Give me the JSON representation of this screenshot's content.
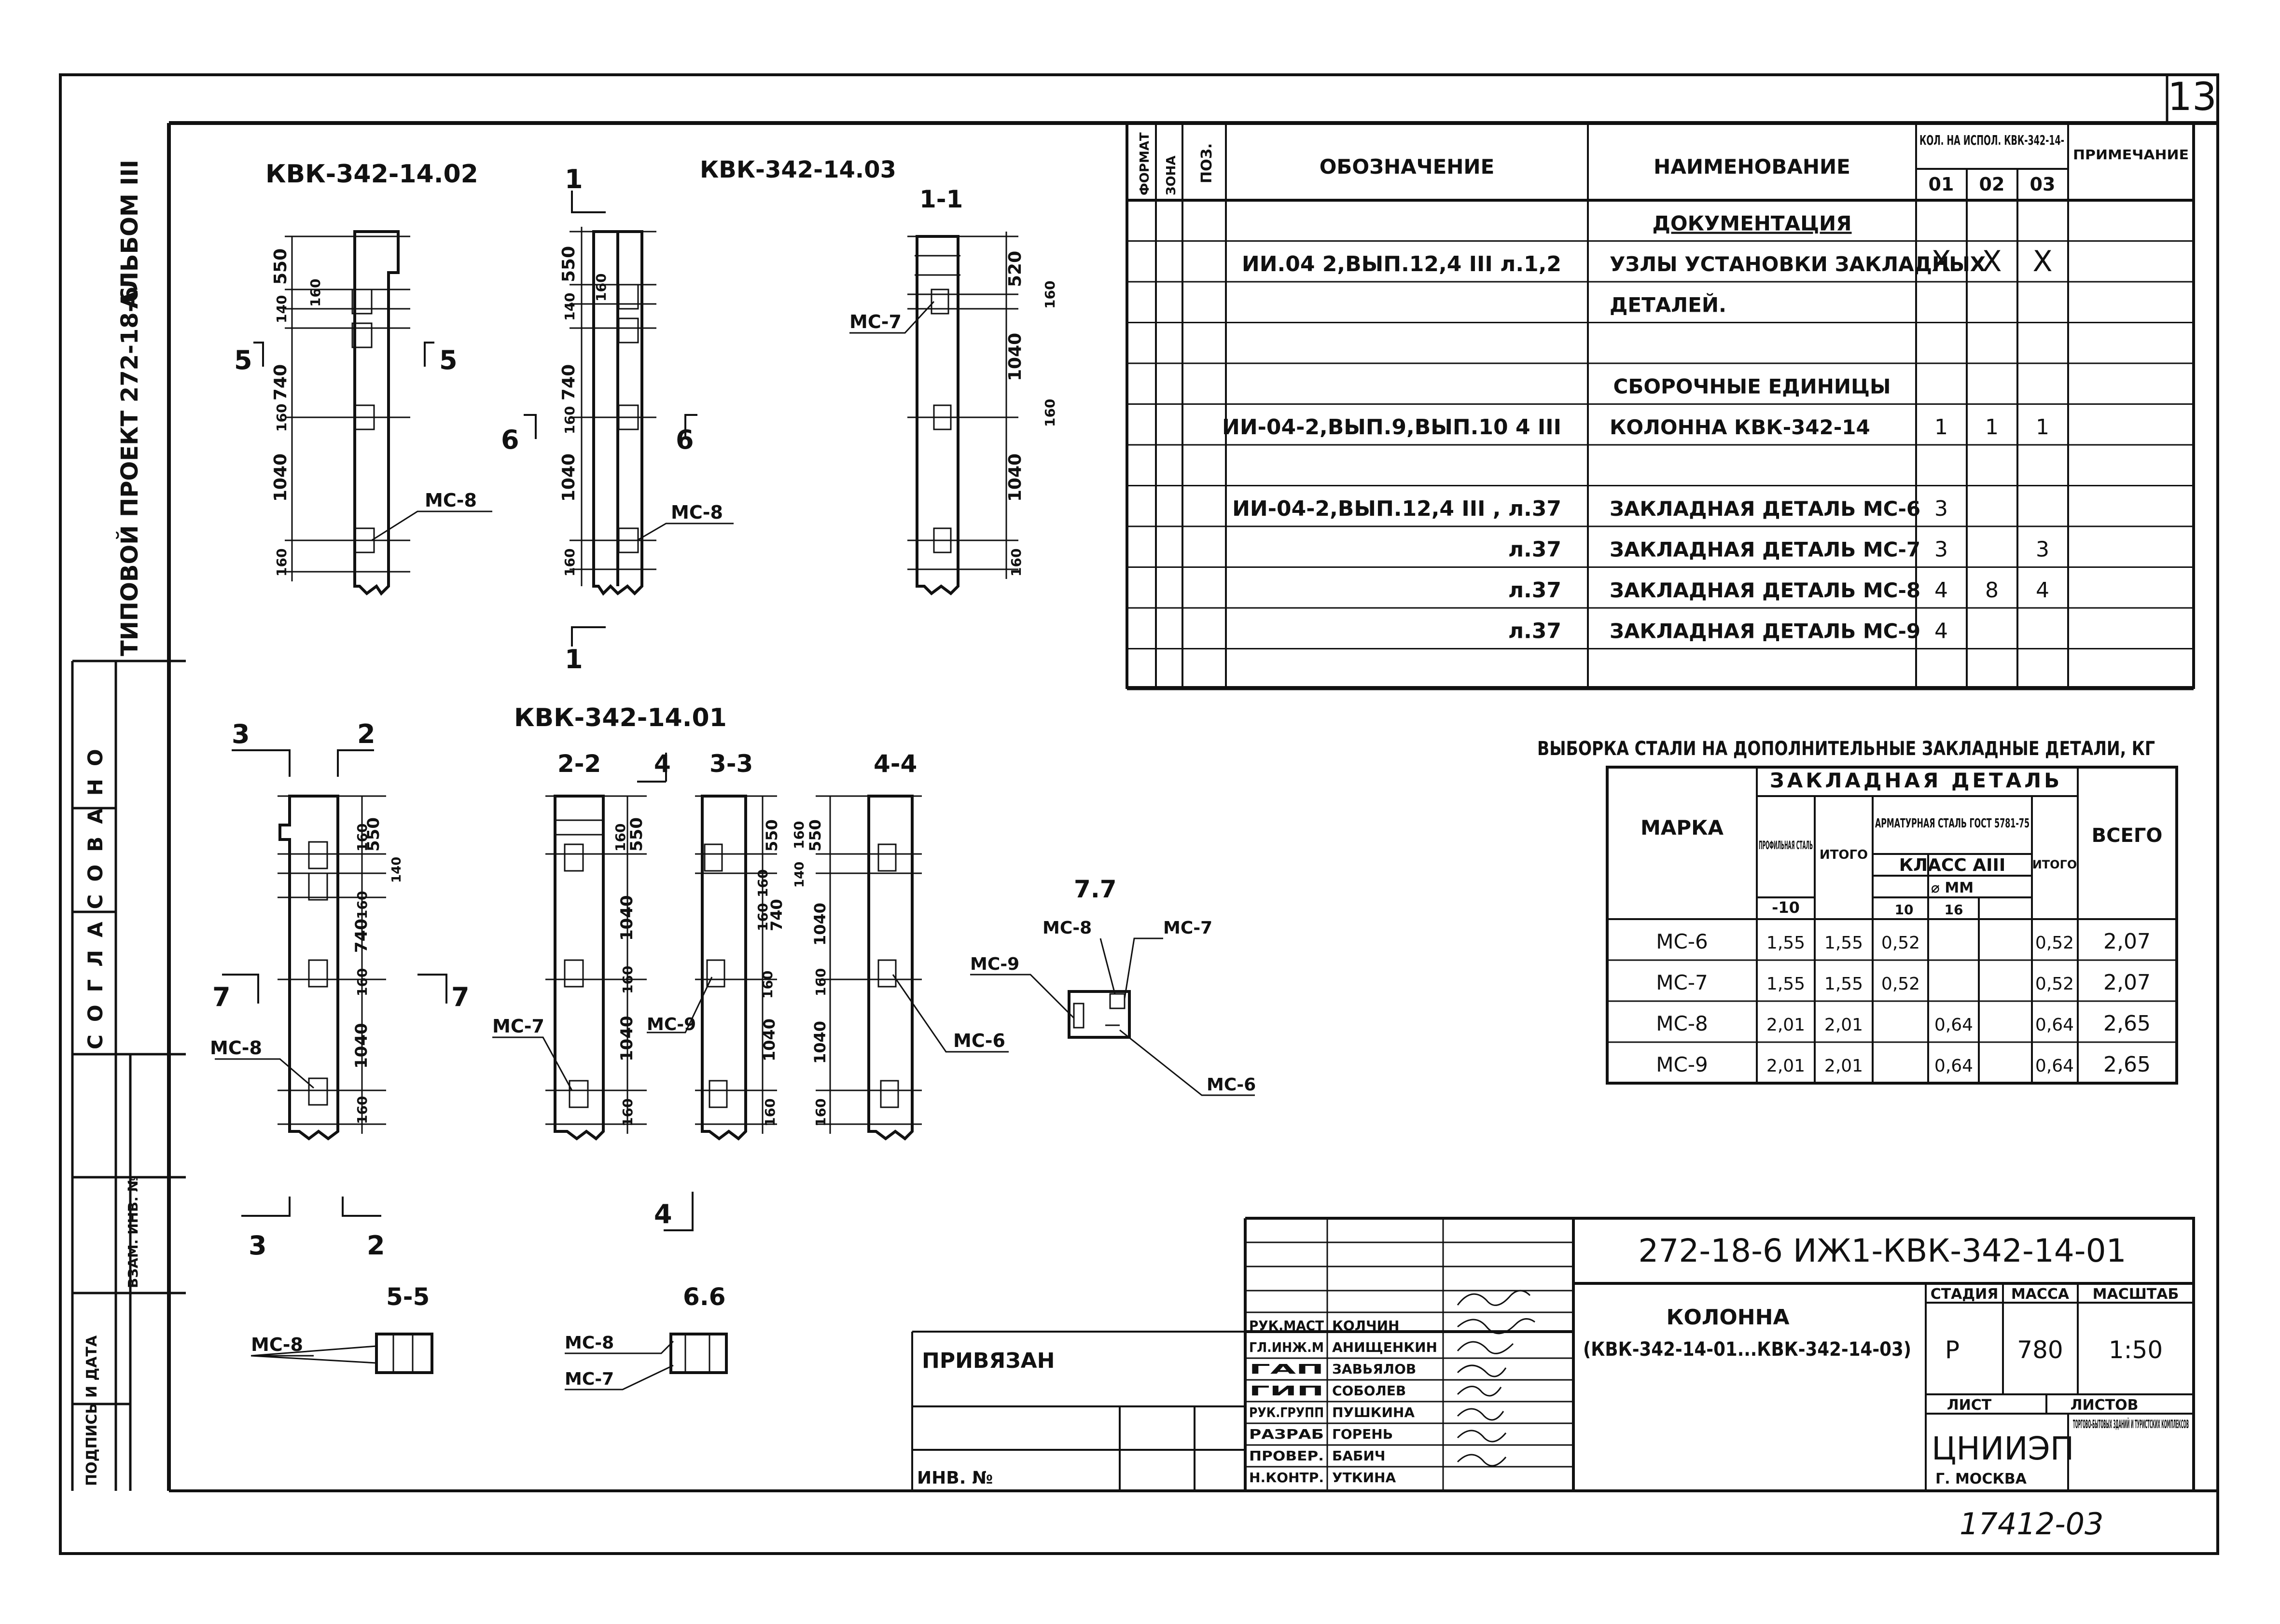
{
  "sheet_number": "13",
  "side_strip": {
    "project": "ТИПОВОЙ ПРОЕКТ 272-18-6",
    "album": "АЛЬБОМ III",
    "agreed": "СОГЛАСОВАНО",
    "inv_swap": "ВЗАМ. ИНВ. №",
    "sign_date": "ПОДПИСЬ И ДАТА"
  },
  "drawings": {
    "v02": {
      "title": "КВК-342-14.02",
      "dims": [
        "550",
        "140",
        "160",
        "740",
        "160",
        "1040",
        "160"
      ],
      "cuts": [
        "5",
        "5"
      ],
      "part": "МС-8"
    },
    "v03": {
      "title": "КВК-342-14.03",
      "dims": [
        "550",
        "140",
        "160",
        "740",
        "160",
        "1040",
        "160"
      ],
      "cuts": [
        "6",
        "6",
        "1",
        "1"
      ],
      "part": "МС-8"
    },
    "s11": {
      "title": "1-1",
      "dims": [
        "520",
        "160",
        "1040",
        "160",
        "1040",
        "160"
      ],
      "part": "МС-7"
    },
    "v01": {
      "title": "КВК-342-14.01",
      "dims": [
        "160",
        "550",
        "140",
        "160",
        "740",
        "160",
        "1040",
        "160"
      ],
      "cuts": [
        "3",
        "2",
        "7",
        "7",
        "3",
        "2"
      ],
      "part": "МС-8"
    },
    "s22": {
      "title": "2-2",
      "dims": [
        "160",
        "550",
        "1040",
        "160",
        "1040",
        "160"
      ],
      "part": "МС-7",
      "cut": "4"
    },
    "s33": {
      "title": "3-3",
      "dims": [
        "160",
        "550",
        "160",
        "740",
        "160",
        "1040",
        "160"
      ],
      "part": "МС-9"
    },
    "s44": {
      "title": "4-4",
      "dims": [
        "160",
        "550",
        "140",
        "1040",
        "160",
        "1040",
        "160"
      ],
      "part": "МС-6",
      "cut": "4"
    },
    "s77": {
      "title": "7.7",
      "parts": [
        "МС-8",
        "МС-7",
        "МС-9",
        "МС-6"
      ]
    },
    "s55": {
      "title": "5-5",
      "part": "МС-8"
    },
    "s66": {
      "title": "6.6",
      "parts": [
        "МС-8",
        "МС-7"
      ]
    }
  },
  "spec": {
    "headers": {
      "format": "ФОРМАТ",
      "zone": "ЗОНА",
      "pos": "ПОЗ.",
      "designation": "ОБОЗНАЧЕНИЕ",
      "name": "НАИМЕНОВАНИЕ",
      "qty": "КОЛ. НА ИСПОЛ. КВК-342-14-",
      "q1": "01",
      "q2": "02",
      "q3": "03",
      "note": "ПРИМЕЧАНИЕ"
    },
    "rows": [
      {
        "des": "",
        "name": "ДОКУМЕНТАЦИЯ",
        "q1": "",
        "q2": "",
        "q3": ""
      },
      {
        "des": "ИИ.04 2,ВЫП.12,4 III л.1,2",
        "name": "УЗЛЫ УСТАНОВКИ ЗАКЛАДНЫХ",
        "q1": "X",
        "q2": "X",
        "q3": "X"
      },
      {
        "des": "",
        "name": "ДЕТАЛЕЙ.",
        "q1": "",
        "q2": "",
        "q3": ""
      },
      {
        "des": "",
        "name": "",
        "q1": "",
        "q2": "",
        "q3": ""
      },
      {
        "des": "",
        "name": "СБОРОЧНЫЕ ЕДИНИЦЫ",
        "q1": "",
        "q2": "",
        "q3": ""
      },
      {
        "des": "ИИ-04-2,ВЫП.9,ВЫП.10 4 III",
        "name": "КОЛОННА КВК-342-14",
        "q1": "1",
        "q2": "1",
        "q3": "1"
      },
      {
        "des": "",
        "name": "",
        "q1": "",
        "q2": "",
        "q3": ""
      },
      {
        "des": "ИИ-04-2,ВЫП.12,4 III , л.37",
        "name": "ЗАКЛАДНАЯ ДЕТАЛЬ МС-6",
        "q1": "3",
        "q2": "",
        "q3": ""
      },
      {
        "des": "л.37",
        "name": "ЗАКЛАДНАЯ ДЕТАЛЬ МС-7",
        "q1": "3",
        "q2": "",
        "q3": "3"
      },
      {
        "des": "л.37",
        "name": "ЗАКЛАДНАЯ ДЕТАЛЬ МС-8",
        "q1": "4",
        "q2": "8",
        "q3": "4"
      },
      {
        "des": "л.37",
        "name": "ЗАКЛАДНАЯ ДЕТАЛЬ МС-9",
        "q1": "4",
        "q2": "",
        "q3": ""
      },
      {
        "des": "",
        "name": "",
        "q1": "",
        "q2": "",
        "q3": ""
      }
    ]
  },
  "steel": {
    "caption": "ВЫБОРКА СТАЛИ НА ДОПОЛНИТЕЛЬНЫЕ ЗАКЛАДНЫЕ ДЕТАЛИ, КГ",
    "headers": {
      "marka": "МАРКА",
      "detail": "ЗАКЛАДНАЯ ДЕТАЛЬ",
      "profile": "ПРОФИЛЬНАЯ СТАЛЬ",
      "profile_size": "-10",
      "itogo": "ИТОГО",
      "rebar": "АРМАТУРНАЯ СТАЛЬ ГОСТ 5781-75",
      "klass": "КЛАСС АIII",
      "dia": "⌀ ММ",
      "d10": "10",
      "d16": "16",
      "itogo2": "ИТОГО",
      "total": "ВСЕГО"
    },
    "rows": [
      {
        "mark": "МС-6",
        "prof": "1,55",
        "it1": "1,55",
        "d10": "0,52",
        "d16": "",
        "it2": "0,52",
        "tot": "2,07"
      },
      {
        "mark": "МС-7",
        "prof": "1,55",
        "it1": "1,55",
        "d10": "0,52",
        "d16": "",
        "it2": "0,52",
        "tot": "2,07"
      },
      {
        "mark": "МС-8",
        "prof": "2,01",
        "it1": "2,01",
        "d10": "",
        "d16": "0,64",
        "it2": "0,64",
        "tot": "2,65"
      },
      {
        "mark": "МС-9",
        "prof": "2,01",
        "it1": "2,01",
        "d10": "",
        "d16": "0,64",
        "it2": "0,64",
        "tot": "2,65"
      }
    ]
  },
  "stamp": {
    "code": "272-18-6 ИЖ1-КВК-342-14-01",
    "title1": "КОЛОННА",
    "title2": "(КВК-342-14-01...КВК-342-14-03)",
    "stage_label": "СТАДИЯ",
    "mass_label": "МАССА",
    "scale_label": "МАСШТАБ",
    "stage": "Р",
    "mass": "780",
    "scale": "1:50",
    "sheet_label": "ЛИСТ",
    "sheets_label": "ЛИСТОВ",
    "org": "ЦНИИЭП",
    "city": "Г. МОСКВА",
    "dept": "ТОРГОВО-БЫТОВЫХ ЗДАНИЙ И ТУРИСТСКИХ КОМПЛЕКСОВ",
    "roles": [
      {
        "role": "РУК.МАСТ",
        "name": "КОЛЧИН"
      },
      {
        "role": "ГЛ.ИНЖ.М",
        "name": "АНИЩЕНКИН"
      },
      {
        "role": "ГАП",
        "name": "ЗАВЬЯЛОВ"
      },
      {
        "role": "ГИП",
        "name": "СОБОЛЕВ"
      },
      {
        "role": "РУК.ГРУПП",
        "name": "ПУШКИНА"
      },
      {
        "role": "РАЗРАБ",
        "name": "ГОРЕНЬ"
      },
      {
        "role": "ПРОВЕР.",
        "name": "БАБИЧ"
      },
      {
        "role": "Н.КОНТР.",
        "name": "УТКИНА"
      }
    ],
    "bound": "ПРИВЯЗАН",
    "inv": "ИНВ. №",
    "archive_no": "17412-03"
  }
}
